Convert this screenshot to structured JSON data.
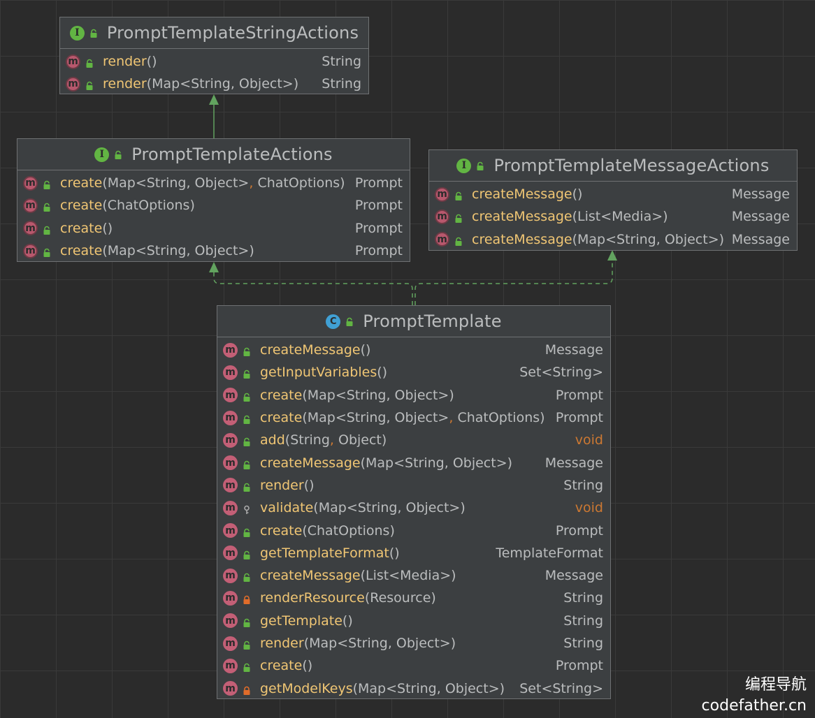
{
  "watermark": {
    "line1": "编程导航",
    "line2": "codefather.cn"
  },
  "classes": {
    "string_actions": {
      "kind": "I",
      "name": "PromptTemplateStringActions",
      "methods": [
        {
          "name": "render",
          "params": [],
          "returns": "String",
          "visibility": "public"
        },
        {
          "name": "render",
          "params": [
            "Map<String, Object>"
          ],
          "returns": "String",
          "visibility": "public"
        }
      ]
    },
    "actions": {
      "kind": "I",
      "name": "PromptTemplateActions",
      "methods": [
        {
          "name": "create",
          "params": [
            "Map<String, Object>",
            "ChatOptions"
          ],
          "returns": "Prompt",
          "visibility": "public"
        },
        {
          "name": "create",
          "params": [
            "ChatOptions"
          ],
          "returns": "Prompt",
          "visibility": "public"
        },
        {
          "name": "create",
          "params": [],
          "returns": "Prompt",
          "visibility": "public"
        },
        {
          "name": "create",
          "params": [
            "Map<String, Object>"
          ],
          "returns": "Prompt",
          "visibility": "public"
        }
      ]
    },
    "message_actions": {
      "kind": "I",
      "name": "PromptTemplateMessageActions",
      "methods": [
        {
          "name": "createMessage",
          "params": [],
          "returns": "Message",
          "visibility": "public"
        },
        {
          "name": "createMessage",
          "params": [
            "List<Media>"
          ],
          "returns": "Message",
          "visibility": "public"
        },
        {
          "name": "createMessage",
          "params": [
            "Map<String, Object>"
          ],
          "returns": "Message",
          "visibility": "public"
        }
      ]
    },
    "template": {
      "kind": "C",
      "name": "PromptTemplate",
      "methods": [
        {
          "name": "createMessage",
          "params": [],
          "returns": "Message",
          "visibility": "public"
        },
        {
          "name": "getInputVariables",
          "params": [],
          "returns": "Set<String>",
          "visibility": "public"
        },
        {
          "name": "create",
          "params": [
            "Map<String, Object>"
          ],
          "returns": "Prompt",
          "visibility": "public"
        },
        {
          "name": "create",
          "params": [
            "Map<String, Object>",
            "ChatOptions"
          ],
          "returns": "Prompt",
          "visibility": "public"
        },
        {
          "name": "add",
          "params": [
            "String",
            "Object"
          ],
          "returns": "void",
          "visibility": "public"
        },
        {
          "name": "createMessage",
          "params": [
            "Map<String, Object>"
          ],
          "returns": "Message",
          "visibility": "public"
        },
        {
          "name": "render",
          "params": [],
          "returns": "String",
          "visibility": "public"
        },
        {
          "name": "validate",
          "params": [
            "Map<String, Object>"
          ],
          "returns": "void",
          "visibility": "package"
        },
        {
          "name": "create",
          "params": [
            "ChatOptions"
          ],
          "returns": "Prompt",
          "visibility": "public"
        },
        {
          "name": "getTemplateFormat",
          "params": [],
          "returns": "TemplateFormat",
          "visibility": "public"
        },
        {
          "name": "createMessage",
          "params": [
            "List<Media>"
          ],
          "returns": "Message",
          "visibility": "public"
        },
        {
          "name": "renderResource",
          "params": [
            "Resource"
          ],
          "returns": "String",
          "visibility": "private"
        },
        {
          "name": "getTemplate",
          "params": [],
          "returns": "String",
          "visibility": "public"
        },
        {
          "name": "render",
          "params": [
            "Map<String, Object>"
          ],
          "returns": "String",
          "visibility": "public"
        },
        {
          "name": "create",
          "params": [],
          "returns": "Prompt",
          "visibility": "public"
        },
        {
          "name": "getModelKeys",
          "params": [
            "Map<String, Object>"
          ],
          "returns": "Set<String>",
          "visibility": "private"
        }
      ]
    }
  },
  "relations": [
    {
      "from": "actions",
      "to": "string_actions",
      "type": "extends"
    },
    {
      "from": "template",
      "to": "actions",
      "type": "implements"
    },
    {
      "from": "template",
      "to": "message_actions",
      "type": "implements"
    }
  ],
  "colors": {
    "background": "#2b2b2b",
    "node": "#3c3f41",
    "method_name": "#f0c674",
    "keyword": "#cc7832",
    "interface_badge": "#62b543",
    "class_badge": "#40a0d4",
    "method_badge": "#c35f76",
    "edge": "#62a35f"
  }
}
